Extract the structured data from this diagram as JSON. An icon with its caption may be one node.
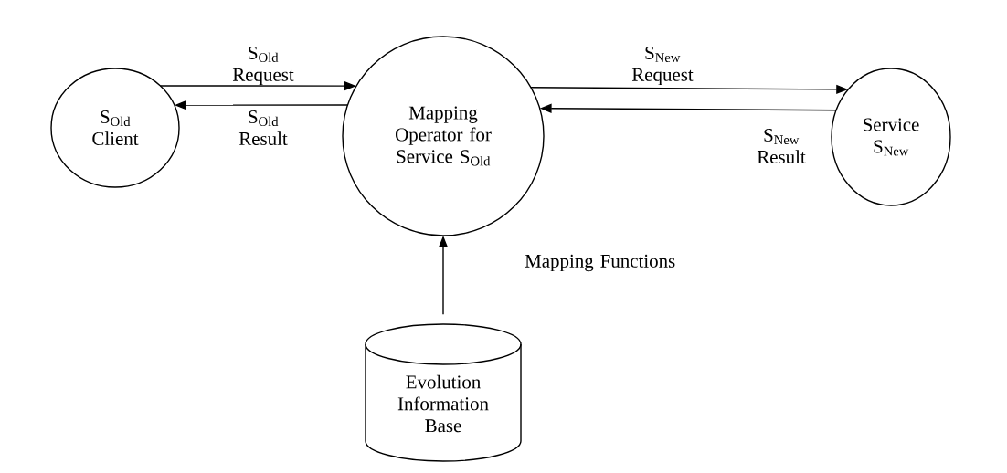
{
  "diagram": {
    "nodes": [
      {
        "text": [
          "S$_{Old}$ Client"
        ]
      },
      {
        "text": [
          "Mapping Operator for Service S$_{Old}$"
        ]
      },
      {
        "text": [
          "Service S$_{New}$"
        ]
      },
      {
        "text": [
          "Evolution Information Base"
        ]
      }
    ],
    "edges": [
      {
        "from": 0,
        "to": 1,
        "arrow": "to",
        "label": "S$_{Old}$ Request"
      },
      {
        "from": 1,
        "to": 0,
        "arrow": "to",
        "label": "S$_{Old}$ Result"
      },
      {
        "from": 1,
        "to": 2,
        "arrow": "to",
        "label": "S$_{New}$ Request"
      },
      {
        "from": 2,
        "to": 1,
        "arrow": "to",
        "label": "S$_{New}$ Result"
      },
      {
        "from": 3,
        "to": 1,
        "arrow": "to",
        "label": "Mapping Functions"
      }
    ]
  }
}
